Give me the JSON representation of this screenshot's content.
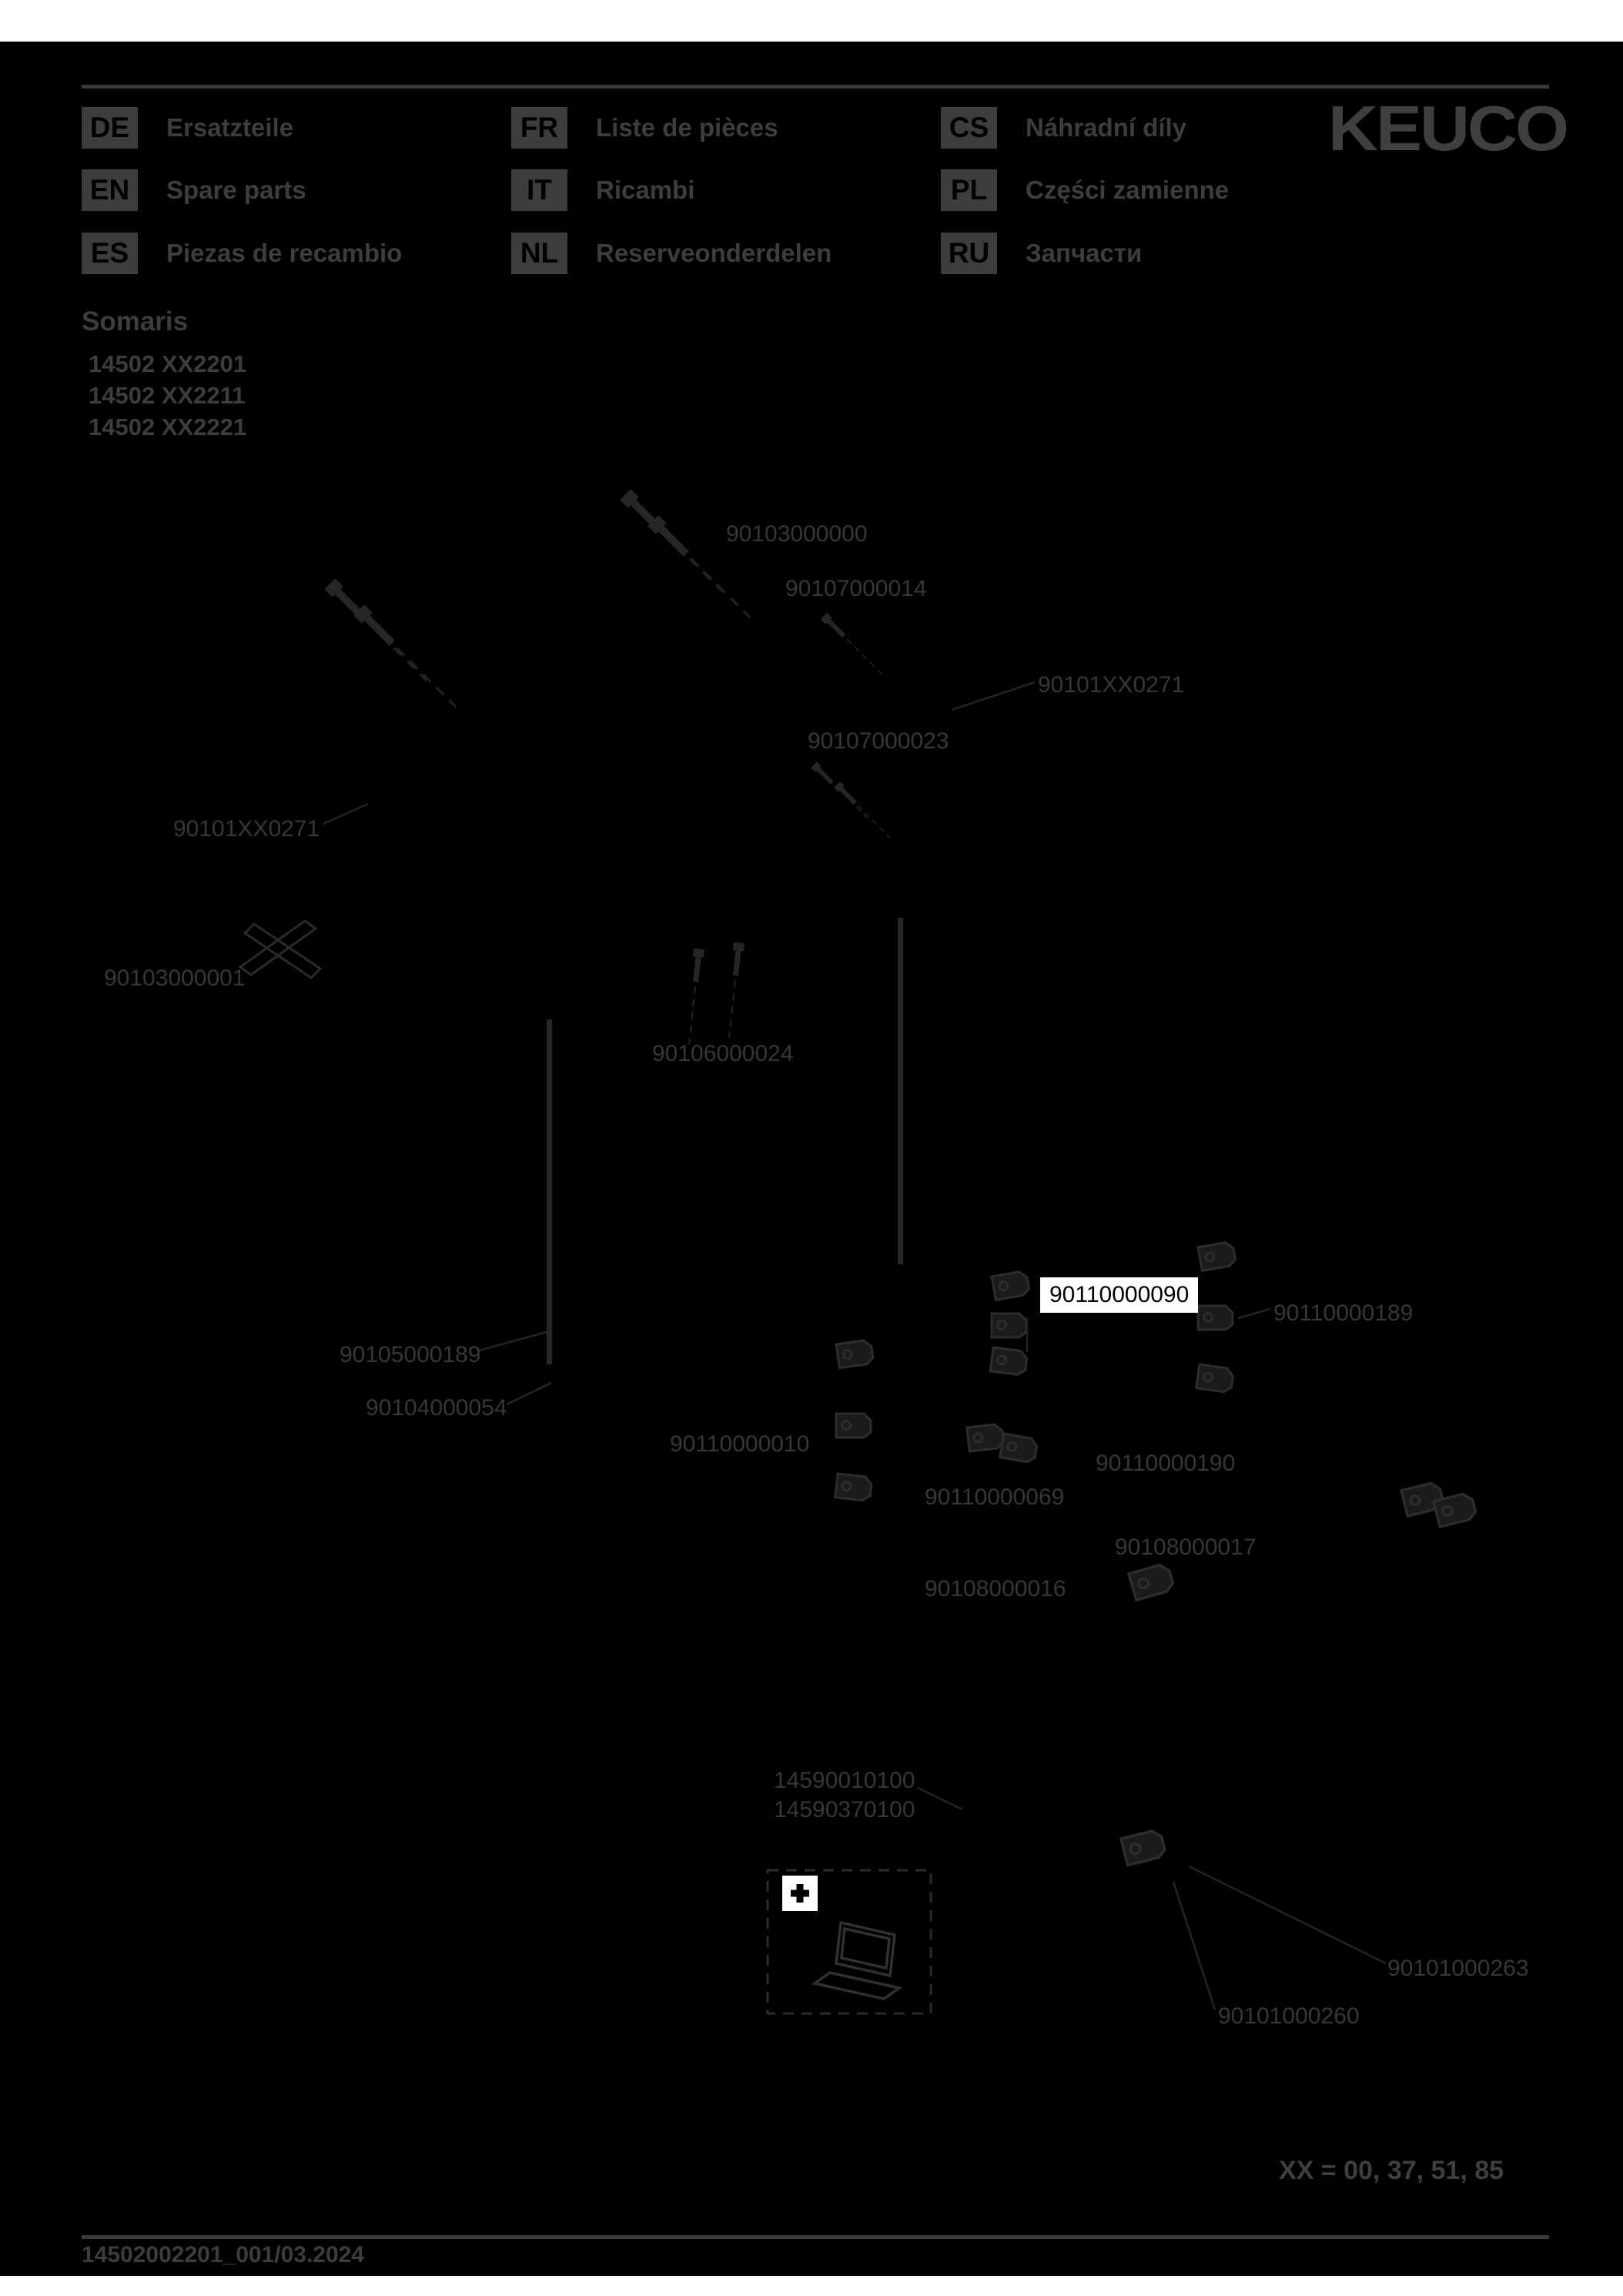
{
  "page": {
    "background": "#000000",
    "margin_color": "#ffffff",
    "ink": "#3d3d3d",
    "diagram_ink": "#262626",
    "highlight_bg": "#ffffff",
    "highlight_text": "#000000"
  },
  "header": {
    "brand": "KEUCO",
    "languages": [
      {
        "code": "DE",
        "label": "Ersatzteile"
      },
      {
        "code": "EN",
        "label": "Spare parts"
      },
      {
        "code": "ES",
        "label": "Piezas de recambio"
      },
      {
        "code": "FR",
        "label": "Liste de pièces"
      },
      {
        "code": "IT",
        "label": "Ricambi"
      },
      {
        "code": "NL",
        "label": "Reserveonderdelen"
      },
      {
        "code": "CS",
        "label": "Náhradní díly"
      },
      {
        "code": "PL",
        "label": "Części zamienne"
      },
      {
        "code": "RU",
        "label": "Запчасти"
      }
    ]
  },
  "product": {
    "name": "Somaris",
    "models": [
      "14502 XX2201",
      "14502 XX2211",
      "14502 XX2221"
    ]
  },
  "diagram": {
    "parts": [
      "90103000000",
      "90107000014",
      "90101XX0271",
      "90107000023",
      "90101XX0271",
      "90103000001",
      "90106000024",
      "90110000090",
      "90110000189",
      "90105000189",
      "90104000054",
      "90110000010",
      "90110000069",
      "90110000190",
      "90108000017",
      "90108000016",
      "14590010100",
      "14590370100",
      "90101000263",
      "90101000260"
    ],
    "selected_part": "90110000090"
  },
  "icons": {
    "accessory": "plus-icon",
    "registration_device": "laptop-icon",
    "brand_logo": "keuco-wordmark"
  },
  "notes": {
    "xx": "XX = 00, 37, 51, 85"
  },
  "footer": {
    "doc_id": "14502002201_001/03.2024"
  }
}
